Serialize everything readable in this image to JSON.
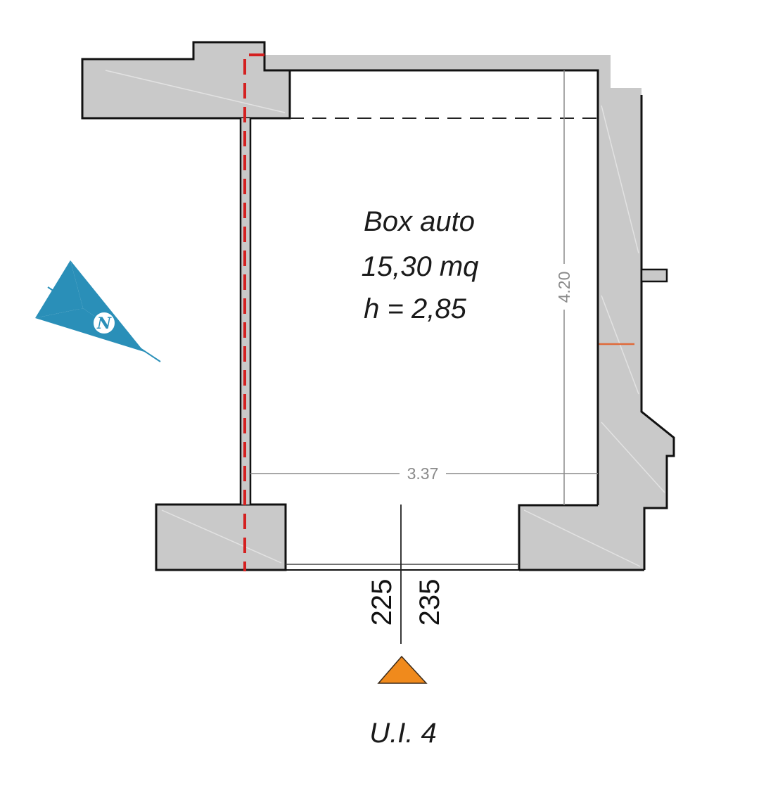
{
  "room": {
    "name": "Box auto",
    "area": "15,30 mq",
    "height": "h = 2,85"
  },
  "dimensions": {
    "width": "3.37",
    "depth": "4.20"
  },
  "entrance": {
    "height_left": "225",
    "height_right": "235"
  },
  "unit_label": "U.I. 4",
  "compass": {
    "letter": "N"
  },
  "colors": {
    "wall_fill": "#c9c9c9",
    "wall_stroke": "#111111",
    "boundary_dash": "#d42020",
    "compass": "#2a8fb8",
    "entry_marker": "#f08a1c"
  }
}
